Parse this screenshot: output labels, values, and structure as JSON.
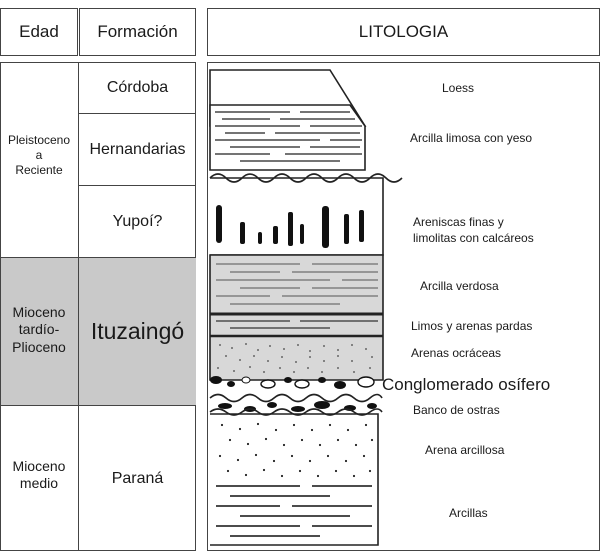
{
  "headers": {
    "age": "Edad",
    "formation": "Formación",
    "lithology": "LITOLOGIA"
  },
  "ages": {
    "pleistocene": [
      "Pleistoceno",
      "a",
      "Reciente"
    ],
    "miocene_upper": [
      "Mioceno",
      "tardío-",
      "Plioceno"
    ],
    "miocene_mid": [
      "Mioceno",
      "medio"
    ]
  },
  "formations": {
    "cordoba": "Córdoba",
    "hernandarias": "Hernandarias",
    "yupoi": "Yupoí?",
    "ituzaingo": "Ituzaingó",
    "parana": "Paraná"
  },
  "lithology_labels": {
    "loess": "Loess",
    "arcilla_limosa": "Arcilla limosa con yeso",
    "areniscas_1": "Areniscas finas y",
    "areniscas_2": "limolitas con calcáreos",
    "arcilla_verdosa": "Arcilla verdosa",
    "limos": "Limos y arenas pardas",
    "arenas_ocraceas": "Arenas ocráceas",
    "conglomerado": "Conglomerado osífero",
    "banco_ostras": "Banco de ostras",
    "arena_arcillosa": "Arena arcillosa",
    "arcillas": "Arcillas"
  },
  "colors": {
    "highlight": "#c9c9c9",
    "border": "#444444",
    "ink": "#1a1a1a"
  }
}
